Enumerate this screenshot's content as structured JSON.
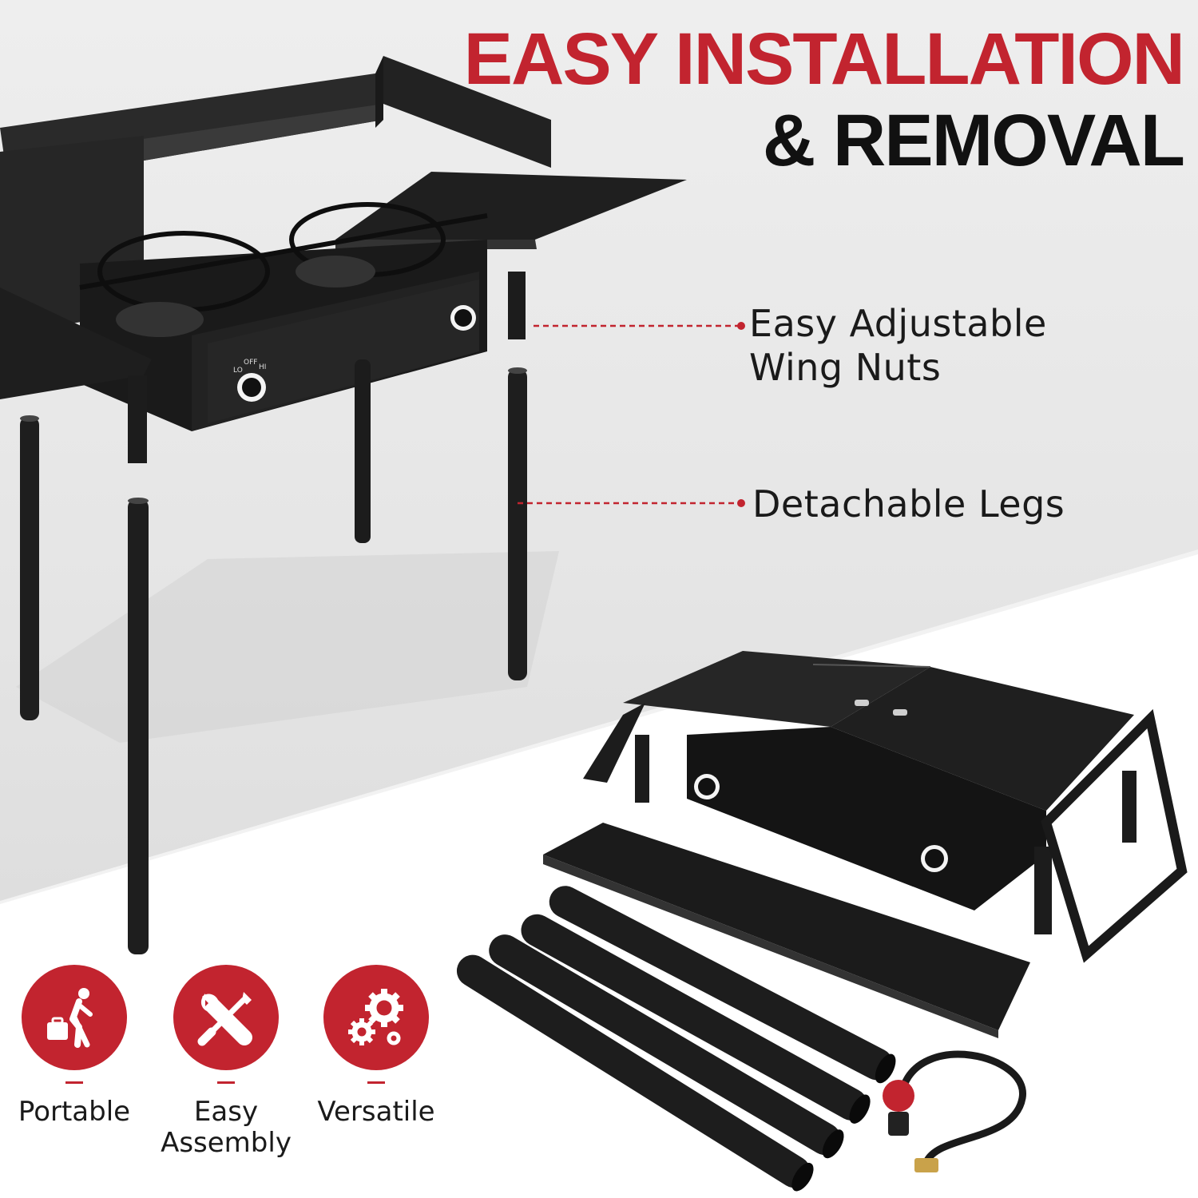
{
  "headline": {
    "line1": "EASY INSTALLATION",
    "line2": "& REMOVAL"
  },
  "callouts": [
    {
      "label_line1": "Easy Adjustable",
      "label_line2": "Wing Nuts"
    },
    {
      "label_line1": "Detachable Legs"
    }
  ],
  "features": [
    {
      "label": "Portable",
      "icon": "walking-traveler-icon"
    },
    {
      "label_line1": "Easy",
      "label_line2": "Assembly",
      "icon": "wrench-screwdriver-icon"
    },
    {
      "label": "Versatile",
      "icon": "gears-icon"
    }
  ],
  "stove_dial": {
    "lo": "LO",
    "off": "OFF",
    "hi": "HI"
  },
  "colors": {
    "accent_red": "#c2242f",
    "text_dark": "#111111",
    "product_black": "#1c1c1c",
    "background_gray": "#e6e6e6"
  }
}
